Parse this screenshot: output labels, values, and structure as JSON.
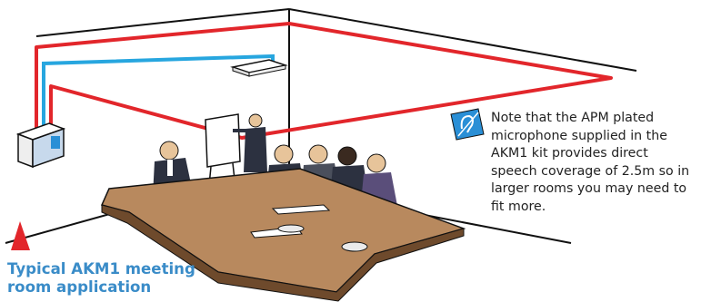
{
  "note": {
    "lines": [
      "Note that the APM plated",
      "microphone supplied in the",
      "AKM1 kit provides direct",
      "speech coverage of 2.5m so in",
      "larger rooms you may need to",
      "fit more."
    ]
  },
  "caption": {
    "lines": [
      "Typical AKM1 meeting",
      "room application"
    ]
  },
  "colors": {
    "loop_cable": "#e2262b",
    "signal_cable": "#27a6df",
    "caption_text": "#3a8cc8",
    "table_top": "#b8895e",
    "table_edge": "#6e4a2c",
    "sign_background": "#2a8fd6"
  },
  "icons": {
    "amplifier": "loop-amplifier-icon",
    "hearing_loop_sign": "hearing-loop-ear-icon",
    "warning_marker": "red-triangle-icon"
  }
}
